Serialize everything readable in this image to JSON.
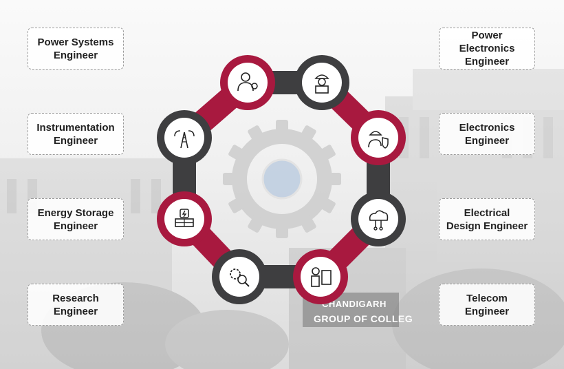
{
  "roles_left": [
    {
      "label": "Power Systems\nEngineer"
    },
    {
      "label": "Instrumentation\nEngineer"
    },
    {
      "label": "Energy Storage\nEngineer"
    },
    {
      "label": "Research\nEngineer"
    }
  ],
  "roles_right": [
    {
      "label": "Power Electronics\nEngineer"
    },
    {
      "label": "Electronics\nEngineer"
    },
    {
      "label": "Electrical\nDesign Engineer"
    },
    {
      "label": "Telecom\nEngineer"
    }
  ],
  "background_sign": {
    "line1": "CHANDIGARH",
    "line2": "GROUP OF COLLEG"
  },
  "colors": {
    "crimson": "#a8193f",
    "charcoal": "#3e3e40",
    "gear": "#cfcfcf"
  },
  "icons": [
    "engineer-gear-icon",
    "worker-helmet-icon",
    "engineer-shield-icon",
    "cloud-circuit-icon",
    "engineer-blueprint-icon",
    "gear-search-icon",
    "solar-panel-icon",
    "antenna-tower-icon"
  ]
}
